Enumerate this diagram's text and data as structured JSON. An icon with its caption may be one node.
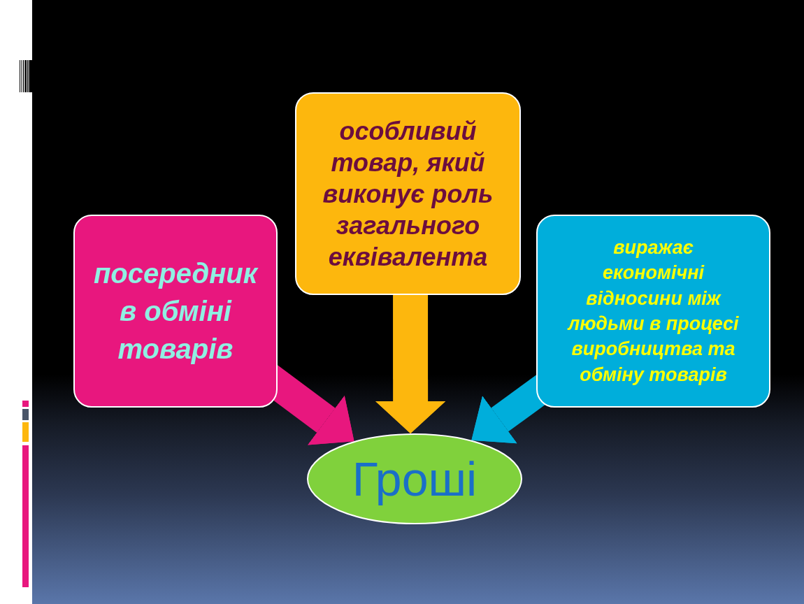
{
  "diagram": {
    "nodes": [
      {
        "text": [
          "посередник в обміні товарів"
        ]
      },
      {
        "text": [
          "особливий товар, який виконує роль загального еквівалента"
        ]
      },
      {
        "text": [
          "виражає економічні відносини між людьми в процесі виробництва та обміну товарів"
        ]
      },
      {
        "text": [
          "Гроші"
        ]
      }
    ],
    "edges": [
      {
        "from": 0,
        "to": 3,
        "arrow": "to",
        "color": "#e8177e"
      },
      {
        "from": 1,
        "to": 3,
        "arrow": "to",
        "color": "#fdb70d"
      },
      {
        "from": 2,
        "to": 3,
        "arrow": "to",
        "color": "#00aedb"
      }
    ]
  }
}
